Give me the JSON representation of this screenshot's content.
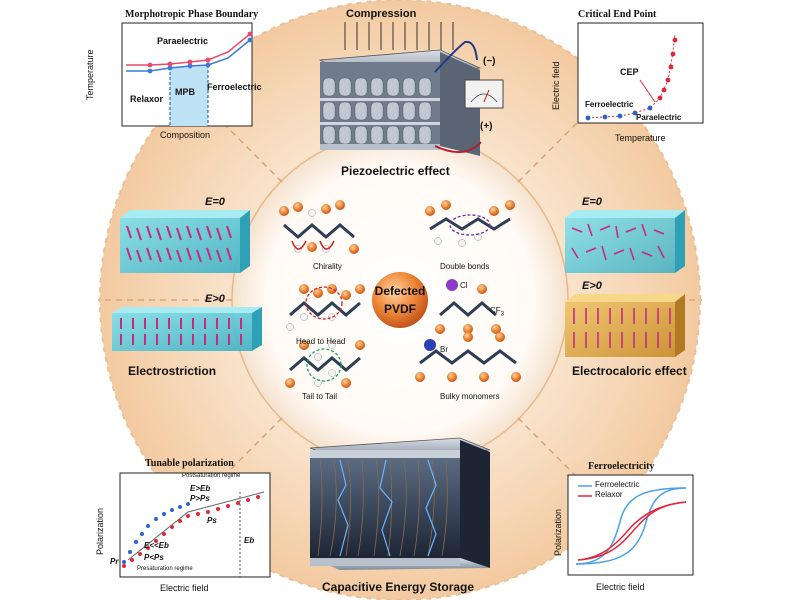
{
  "center": {
    "line1": "Defected",
    "line2": "PVDF"
  },
  "defects": {
    "chirality": "Chirality",
    "double_bonds": "Double bonds",
    "head_to_head": "Head to Head",
    "tail_to_tail": "Tail to Tail",
    "bulky": "Bulky monomers",
    "cl": "Cl",
    "cf3": "CF",
    "cf3_sub": "3",
    "br": "Br"
  },
  "sections": {
    "piezo": "Piezoelectric effect",
    "compression": "Compression",
    "electrostriction": "Electrostriction",
    "electrocaloric": "Electrocaloric effect",
    "capacitive": "Capacitive Energy Storage",
    "e_zero": "E=0",
    "e_pos": "E>0",
    "meter_minus": "(−)",
    "meter_plus": "(+)"
  },
  "mpb": {
    "title": "Morphotropic Phase Boundary",
    "xlabel": "Composition",
    "ylabel": "Temperature",
    "paraelectric": "Paraelectric",
    "relaxor": "Relaxor",
    "mpb": "MPB",
    "ferroelectric": "Ferroelectric"
  },
  "cep": {
    "title": "Critical End Point",
    "xlabel": "Temperature",
    "ylabel": "Electric field",
    "cep": "CEP",
    "ferroelectric": "Ferroelectric",
    "paraelectric": "Paraelectric"
  },
  "tunable": {
    "title": "Tunable polarization",
    "xlabel": "Electric field",
    "ylabel": "Polarization",
    "post": "Postsaturation regime",
    "e_gt": "E>Eb",
    "p_gt": "P>Ps",
    "ps": "Ps",
    "e_ll": "E<<Eb",
    "p_lt": "P<Ps",
    "pre": "Presaturation regime",
    "pr": "Pr",
    "eb": "Eb"
  },
  "ferro": {
    "title": "Ferroelectricity",
    "xlabel": "Electric field",
    "ylabel": "Polarization",
    "legend_ferro": "Ferroelectric",
    "legend_relaxor": "Relaxor"
  },
  "colors": {
    "accent_orange": "#e8842c",
    "red_series": "#e0283c",
    "blue_series": "#2f62c9",
    "pink_series": "#e8507a",
    "cyan_box": "#59c7d8",
    "gold_box": "#d9a646",
    "plate_gray": "#8d98a8"
  },
  "icons": [
    "compression-arrow-icon",
    "voltmeter-icon",
    "lightning-icon"
  ]
}
